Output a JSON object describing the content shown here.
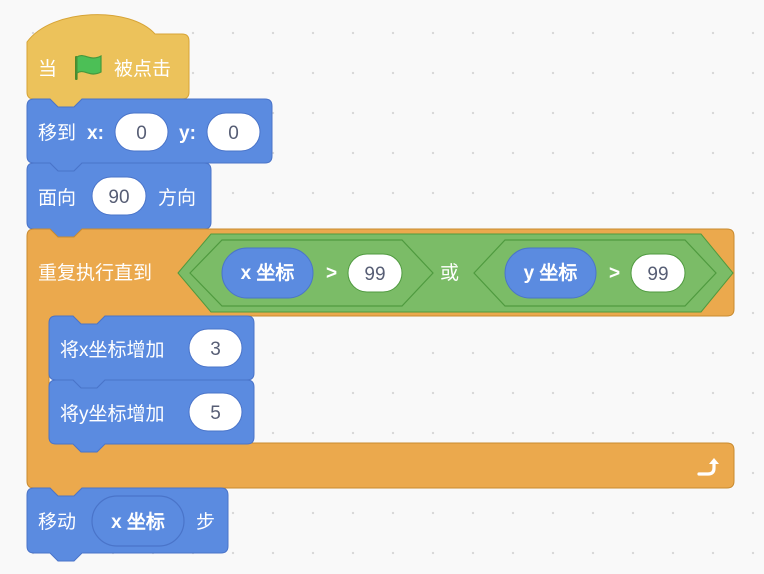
{
  "script": {
    "hat": {
      "prefix": "当",
      "suffix": "被点击",
      "icon": "green-flag-icon"
    },
    "goto": {
      "label": "移到",
      "x_label": "x:",
      "x_value": "0",
      "y_label": "y:",
      "y_value": "0"
    },
    "direction": {
      "label": "面向",
      "value": "90",
      "suffix": "方向"
    },
    "repeat_until": {
      "label": "重复执行直到",
      "condition": {
        "left": {
          "reporter": "x 坐标",
          "op": ">",
          "value": "99"
        },
        "joiner": "或",
        "right": {
          "reporter": "y 坐标",
          "op": ">",
          "value": "99"
        }
      },
      "body": [
        {
          "label": "将x坐标增加",
          "value": "3"
        },
        {
          "label": "将y坐标增加",
          "value": "5"
        }
      ],
      "loop_icon": "repeat-arrow-icon"
    },
    "move": {
      "label": "移动",
      "reporter": "x 坐标",
      "suffix": "步"
    }
  },
  "colors": {
    "events": "#ffbf00",
    "events_fill": "#ecc25b",
    "motion": "#5b8be0",
    "motion_border": "#4a74c9",
    "control": "#eba94d",
    "control_border": "#c98b30",
    "operators": "#7bbc67",
    "operators_border": "#4f9a3f",
    "input_text": "#575e75"
  }
}
